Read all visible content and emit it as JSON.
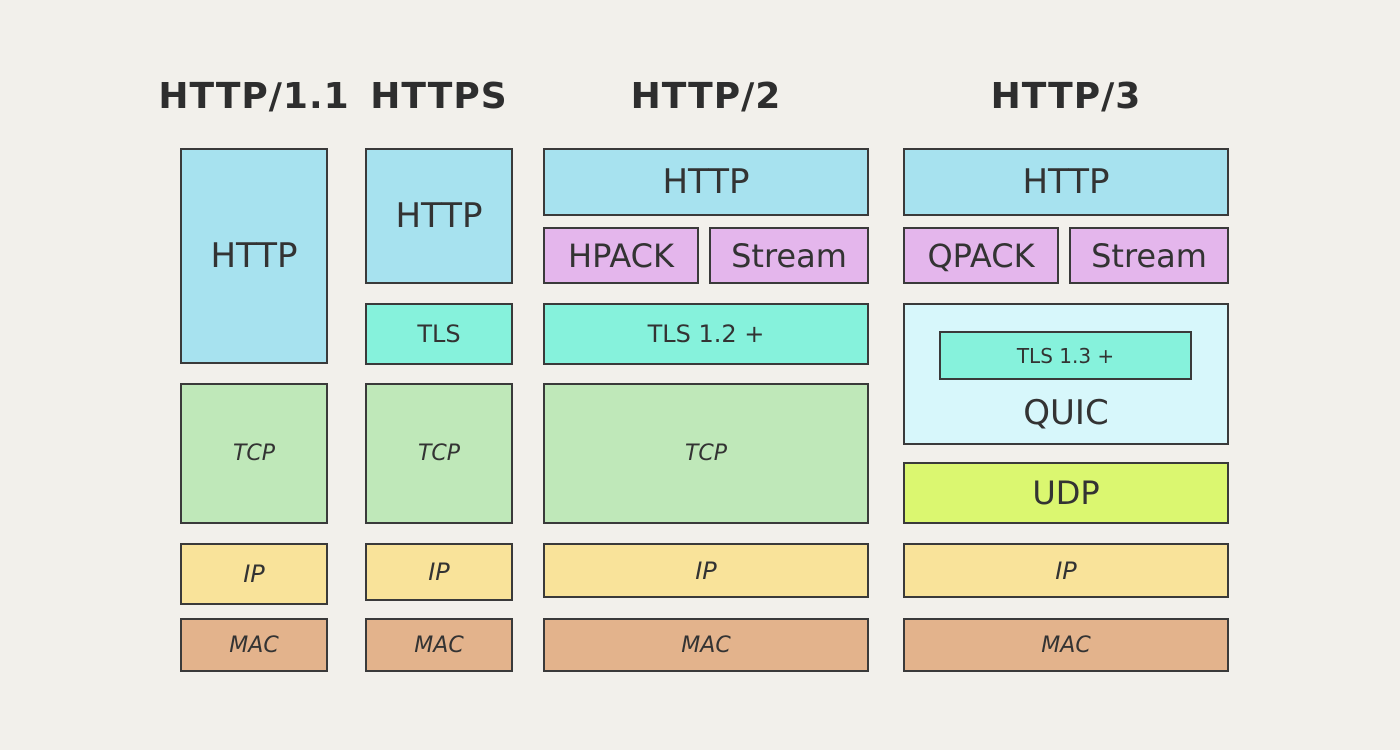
{
  "columns": {
    "http11": {
      "title": "HTTP/1.1",
      "layers": {
        "http": "HTTP",
        "tcp": "TCP",
        "ip": "IP",
        "mac": "MAC"
      }
    },
    "https": {
      "title": "HTTPS",
      "layers": {
        "http": "HTTP",
        "tls": "TLS",
        "tcp": "TCP",
        "ip": "IP",
        "mac": "MAC"
      }
    },
    "http2": {
      "title": "HTTP/2",
      "layers": {
        "http": "HTTP",
        "hpack": "HPACK",
        "stream": "Stream",
        "tls": "TLS 1.2 +",
        "tcp": "TCP",
        "ip": "IP",
        "mac": "MAC"
      }
    },
    "http3": {
      "title": "HTTP/3",
      "layers": {
        "http": "HTTP",
        "qpack": "QPACK",
        "stream": "Stream",
        "tls": "TLS 1.3 +",
        "quic": "QUIC",
        "udp": "UDP",
        "ip": "IP",
        "mac": "MAC"
      }
    }
  },
  "colors": {
    "http": "#a7e2ef",
    "pack_stream": "#e4b6ec",
    "tls": "#86f2dc",
    "tcp": "#bfe8b9",
    "ip": "#f9e39a",
    "mac": "#e3b38c",
    "quic": "#d7f7fb",
    "udp": "#dbf770"
  }
}
